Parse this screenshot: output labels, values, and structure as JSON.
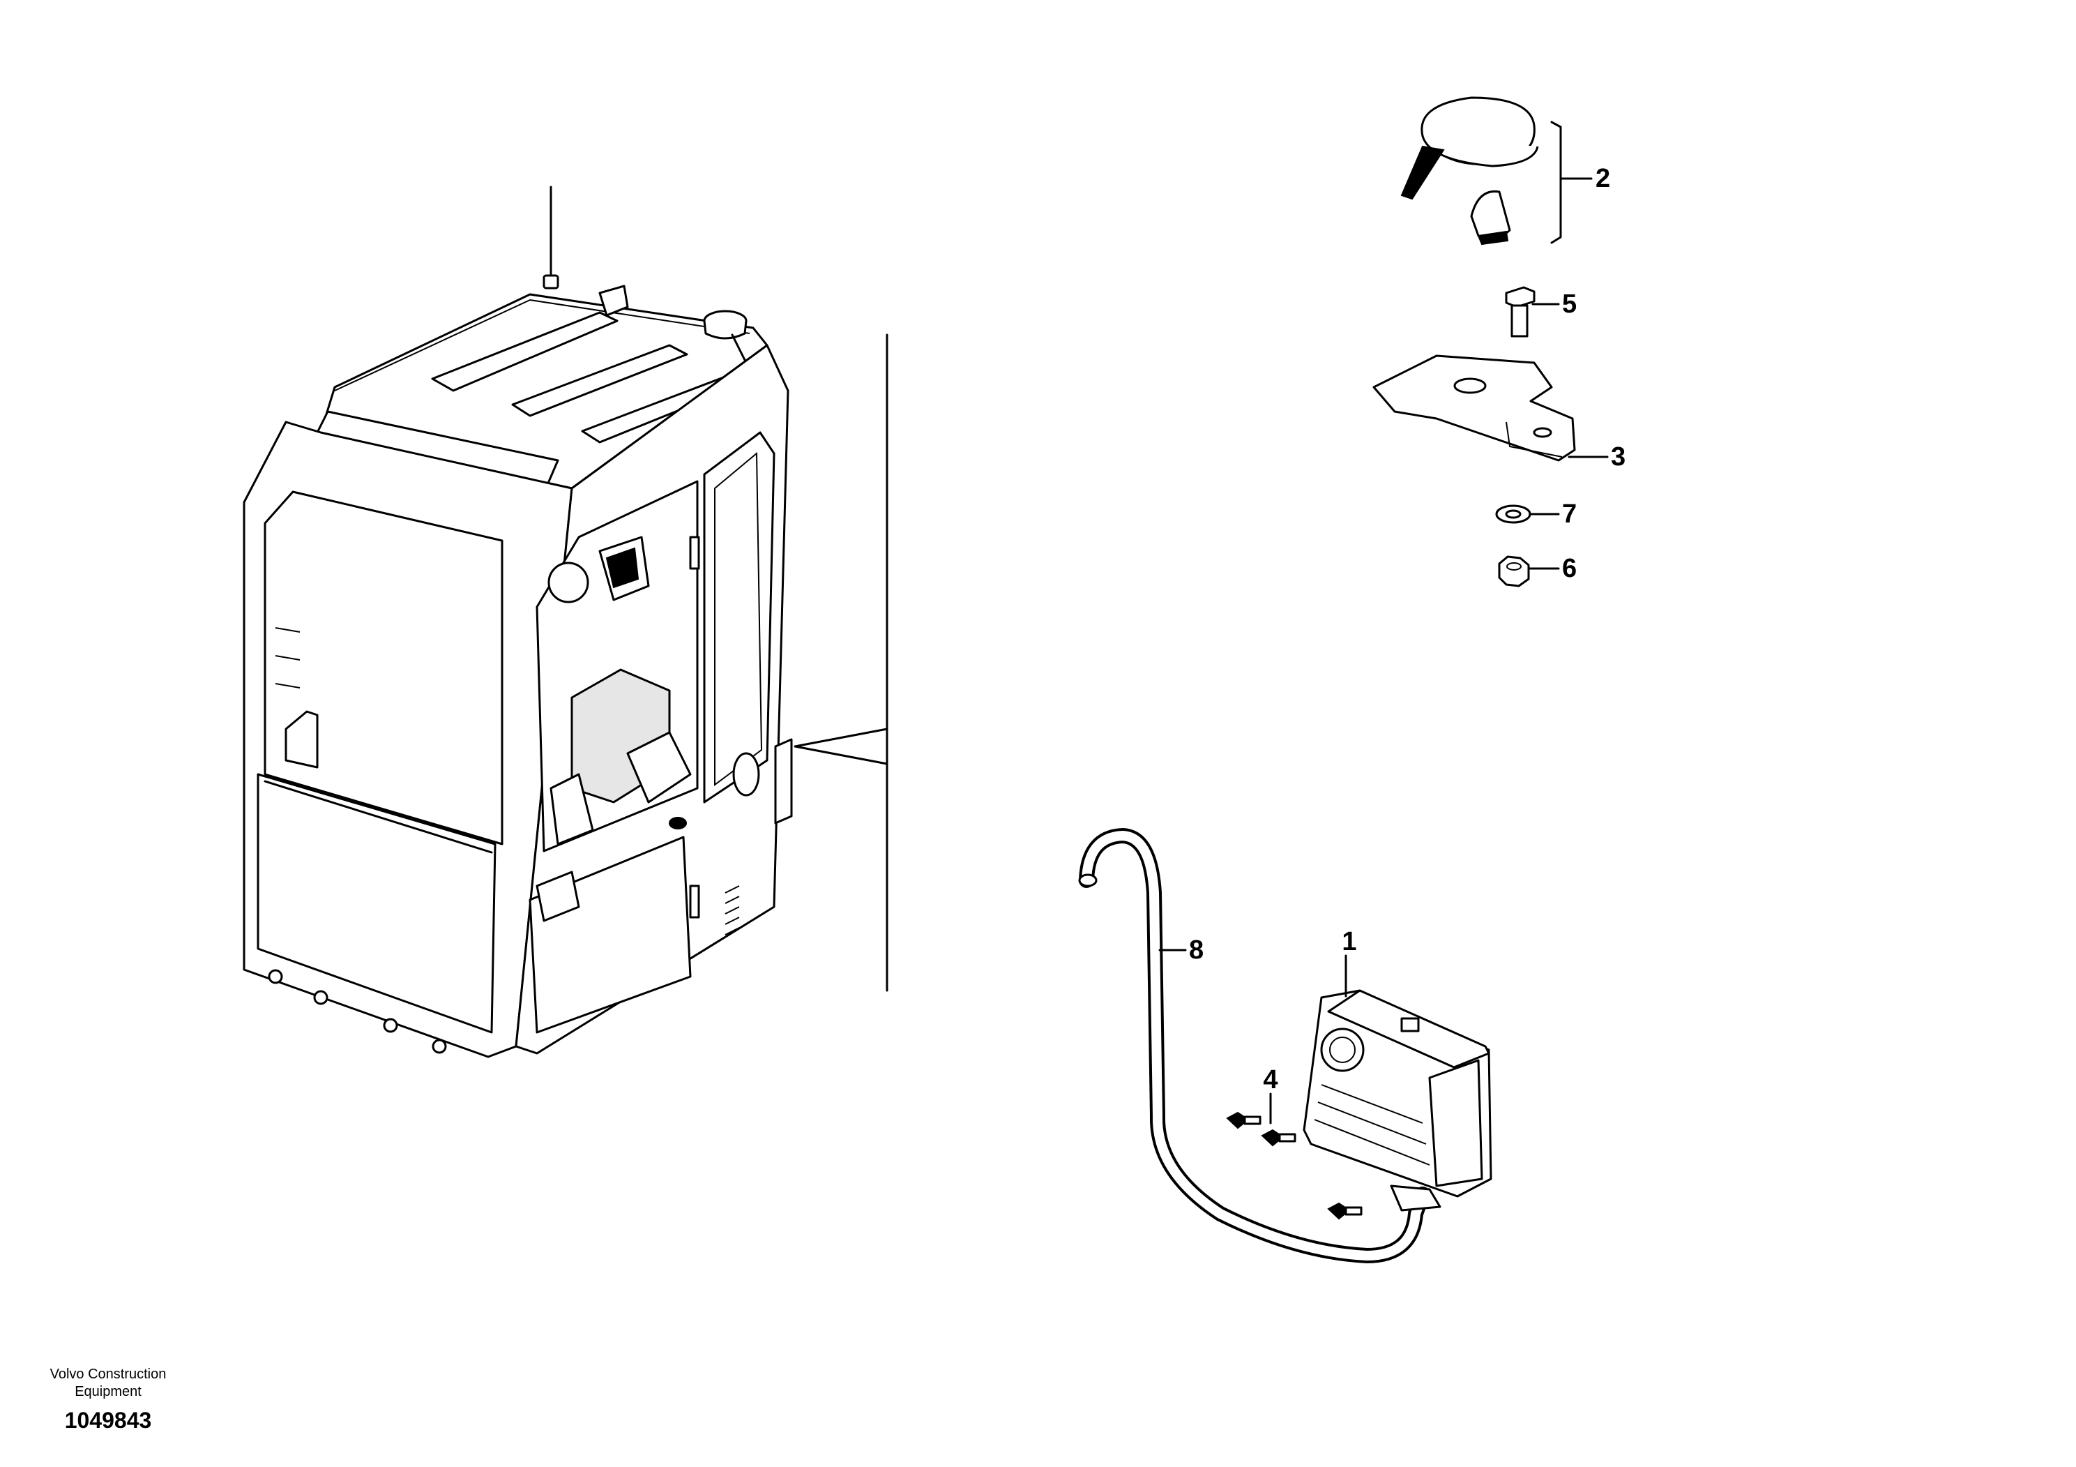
{
  "footer": {
    "company_line1": "Volvo Construction",
    "company_line2": "Equipment",
    "drawing_number": "1049843"
  },
  "callouts": {
    "p1": "1",
    "p2": "2",
    "p3": "3",
    "p4": "4",
    "p5": "5",
    "p6": "6",
    "p7": "7",
    "p8": "8"
  }
}
